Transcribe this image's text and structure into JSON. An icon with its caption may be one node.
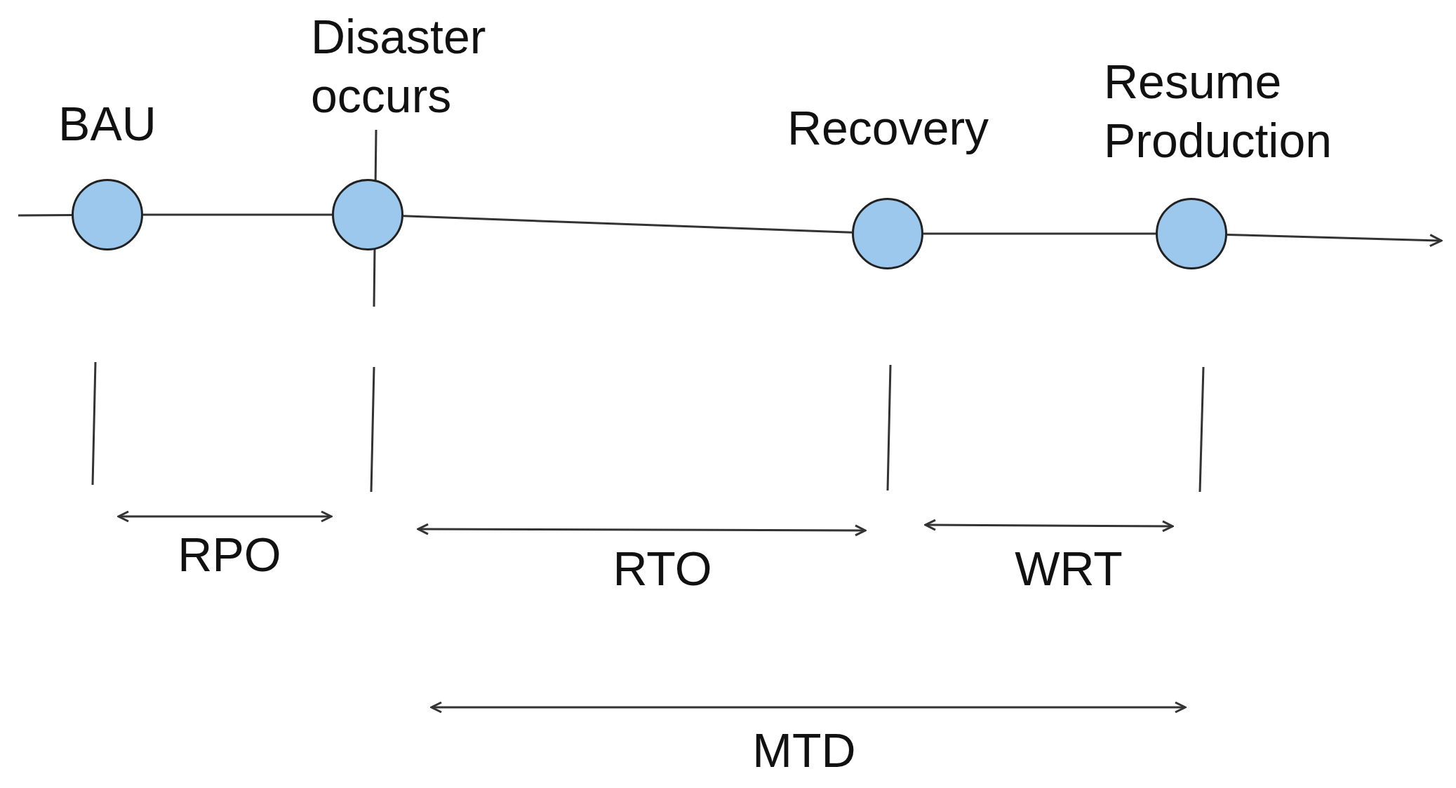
{
  "diagram": {
    "nodes": [
      {
        "text": [
          "BAU"
        ]
      },
      {
        "text": [
          "Disaster occurs"
        ]
      },
      {
        "text": [
          "Recovery"
        ]
      },
      {
        "text": [
          "Resume Production"
        ]
      }
    ],
    "edges": [
      {
        "from": null,
        "to": 0,
        "arrow": "none"
      },
      {
        "from": 0,
        "to": 1,
        "arrow": "none"
      },
      {
        "from": 1,
        "to": 2,
        "arrow": "none"
      },
      {
        "from": 2,
        "to": 3,
        "arrow": "none"
      },
      {
        "from": 3,
        "to": null,
        "arrow": "to"
      }
    ],
    "labels": [
      "RPO",
      "RTO",
      "WRT",
      "MTD"
    ]
  }
}
